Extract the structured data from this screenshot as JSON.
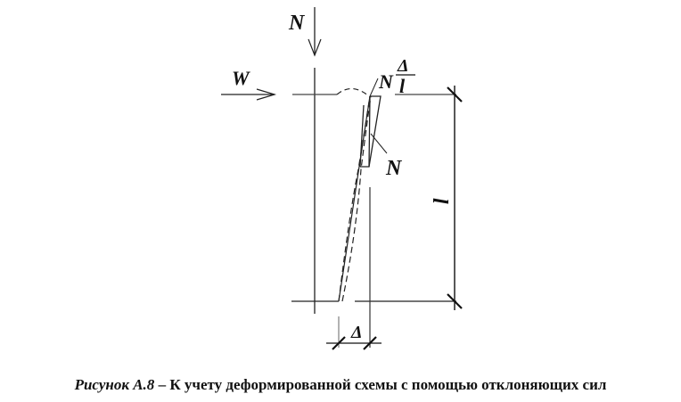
{
  "diagram": {
    "labels": {
      "axial_force": "N",
      "wind_load": "W",
      "deflecting_force_N": "N",
      "deflecting_force_delta": "Δ",
      "deflecting_force_l": "l",
      "force_at_top": "N",
      "height": "l",
      "displacement": "Δ"
    }
  },
  "caption": {
    "prefix": "Рисунок А.8",
    "dash": " – ",
    "text": "К учету деформированной схемы с помощью отклоняющих сил"
  }
}
